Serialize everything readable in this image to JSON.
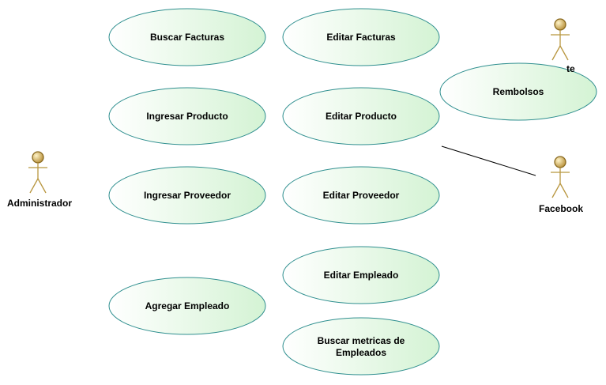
{
  "actors": {
    "administrador": "Administrador",
    "cliente_partial": "te",
    "facebook": "Facebook"
  },
  "use_cases": {
    "buscar_facturas": "Buscar Facturas",
    "editar_facturas": "Editar Facturas",
    "ingresar_producto": "Ingresar Producto",
    "editar_producto": "Editar Producto",
    "ingresar_proveedor": "Ingresar Proveedor",
    "editar_proveedor": "Editar Proveedor",
    "editar_empleado": "Editar Empleado",
    "agregar_empleado": "Agregar Empleado",
    "buscar_metricas_line1": "Buscar metricas de",
    "buscar_metricas_line2": "Empleados",
    "rembolsos": "Rembolsos"
  },
  "colors": {
    "use_case_fill_start": "#ffffff",
    "use_case_fill_end": "#d6f5d6",
    "use_case_stroke": "#2f8f8f",
    "actor_head": "#c8a64b",
    "actor_body": "#b8963f"
  }
}
